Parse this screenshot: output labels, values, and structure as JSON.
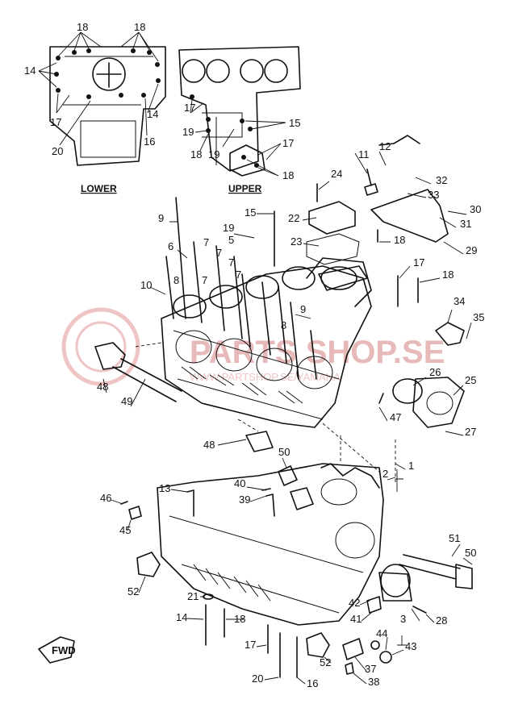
{
  "insets": {
    "lower_label": "LOWER",
    "upper_label": "UPPER"
  },
  "watermark": {
    "text": "PARTS SHOP.SE",
    "subtext": "WWW.PARTSHOP.SE/YAMAHA"
  },
  "orientation": {
    "label": "FWD",
    "icon": "arrow-icon"
  },
  "callouts": [
    {
      "id": "c18a",
      "num": "18"
    },
    {
      "id": "c18b",
      "num": "18"
    },
    {
      "id": "c14a",
      "num": "14"
    },
    {
      "id": "c17a",
      "num": "17"
    },
    {
      "id": "c20a",
      "num": "20"
    },
    {
      "id": "c16a",
      "num": "16"
    },
    {
      "id": "c14b",
      "num": "14"
    },
    {
      "id": "c17b",
      "num": "17"
    },
    {
      "id": "c15a",
      "num": "15"
    },
    {
      "id": "c19a",
      "num": "19"
    },
    {
      "id": "c18c",
      "num": "18"
    },
    {
      "id": "c19b",
      "num": "19"
    },
    {
      "id": "c17c",
      "num": "17"
    },
    {
      "id": "c18d",
      "num": "18"
    },
    {
      "id": "c11",
      "num": "11"
    },
    {
      "id": "c12",
      "num": "12"
    },
    {
      "id": "c24",
      "num": "24"
    },
    {
      "id": "c32",
      "num": "32"
    },
    {
      "id": "c33",
      "num": "33"
    },
    {
      "id": "c30",
      "num": "30"
    },
    {
      "id": "c31",
      "num": "31"
    },
    {
      "id": "c22",
      "num": "22"
    },
    {
      "id": "c15b",
      "num": "15"
    },
    {
      "id": "c19c",
      "num": "19"
    },
    {
      "id": "c9a",
      "num": "9"
    },
    {
      "id": "c5",
      "num": "5"
    },
    {
      "id": "c23",
      "num": "23"
    },
    {
      "id": "c18e",
      "num": "18"
    },
    {
      "id": "c29",
      "num": "29"
    },
    {
      "id": "c6",
      "num": "6"
    },
    {
      "id": "c7a",
      "num": "7"
    },
    {
      "id": "c7b",
      "num": "7"
    },
    {
      "id": "c7c",
      "num": "7"
    },
    {
      "id": "c17d",
      "num": "17"
    },
    {
      "id": "c18f",
      "num": "18"
    },
    {
      "id": "c10",
      "num": "10"
    },
    {
      "id": "c8a",
      "num": "8"
    },
    {
      "id": "c7d",
      "num": "7"
    },
    {
      "id": "c7e",
      "num": "7"
    },
    {
      "id": "c9b",
      "num": "9"
    },
    {
      "id": "c8b",
      "num": "8"
    },
    {
      "id": "c34",
      "num": "34"
    },
    {
      "id": "c35",
      "num": "35"
    },
    {
      "id": "c26",
      "num": "26"
    },
    {
      "id": "c25",
      "num": "25"
    },
    {
      "id": "c48a",
      "num": "48"
    },
    {
      "id": "c49",
      "num": "49"
    },
    {
      "id": "c47",
      "num": "47"
    },
    {
      "id": "c27",
      "num": "27"
    },
    {
      "id": "c48b",
      "num": "48"
    },
    {
      "id": "c50a",
      "num": "50"
    },
    {
      "id": "c2",
      "num": "2"
    },
    {
      "id": "c1",
      "num": "1"
    },
    {
      "id": "c40",
      "num": "40"
    },
    {
      "id": "c13",
      "num": "13"
    },
    {
      "id": "c39",
      "num": "39"
    },
    {
      "id": "c46",
      "num": "46"
    },
    {
      "id": "c45",
      "num": "45"
    },
    {
      "id": "c51",
      "num": "51"
    },
    {
      "id": "c50b",
      "num": "50"
    },
    {
      "id": "c52a",
      "num": "52"
    },
    {
      "id": "c21",
      "num": "21"
    },
    {
      "id": "c42",
      "num": "42"
    },
    {
      "id": "c14c",
      "num": "14"
    },
    {
      "id": "c18g",
      "num": "18"
    },
    {
      "id": "c41",
      "num": "41"
    },
    {
      "id": "c3",
      "num": "3"
    },
    {
      "id": "c28",
      "num": "28"
    },
    {
      "id": "c44",
      "num": "44"
    },
    {
      "id": "c17e",
      "num": "17"
    },
    {
      "id": "c52b",
      "num": "52"
    },
    {
      "id": "c43",
      "num": "43"
    },
    {
      "id": "c37",
      "num": "37"
    },
    {
      "id": "c20b",
      "num": "20"
    },
    {
      "id": "c16b",
      "num": "16"
    },
    {
      "id": "c38",
      "num": "38"
    }
  ]
}
